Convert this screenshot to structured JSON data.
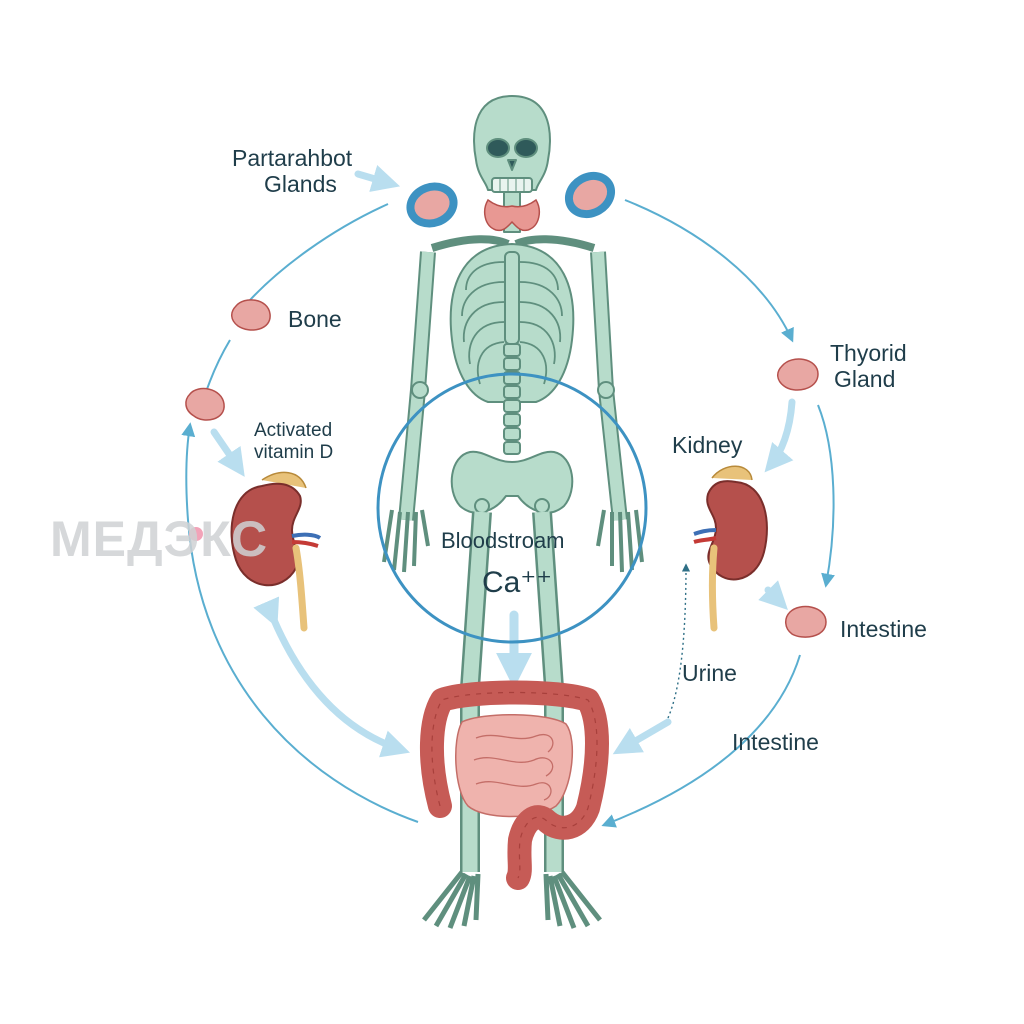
{
  "labels": {
    "parathyroid_1": "Partarahbot",
    "parathyroid_2": "Glands",
    "bone": "Bone",
    "activated_1": "Activated",
    "activated_2": "vitamin D",
    "thyroid_1": "Thyorid",
    "thyroid_2": "Gland",
    "kidney": "Kidney",
    "intestine_right": "Intestine",
    "urine": "Urine",
    "intestine_bottom": "Intestine",
    "bloodstream": "Bloodstroam",
    "calcium": "Ca⁺⁺",
    "watermark": "МЕДЭКС"
  },
  "colors": {
    "bone": "#b7dccb",
    "bone_outline": "#5f8f7e",
    "arrow": "#5aaed0",
    "arrow_light": "#b9deef",
    "organ_pink": "#e8a7a3",
    "kidney": "#b5504c",
    "colon": "#c65b56",
    "small_intestine": "#efb3ad",
    "adrenal": "#e8c27a",
    "text": "#1f3d4a"
  }
}
